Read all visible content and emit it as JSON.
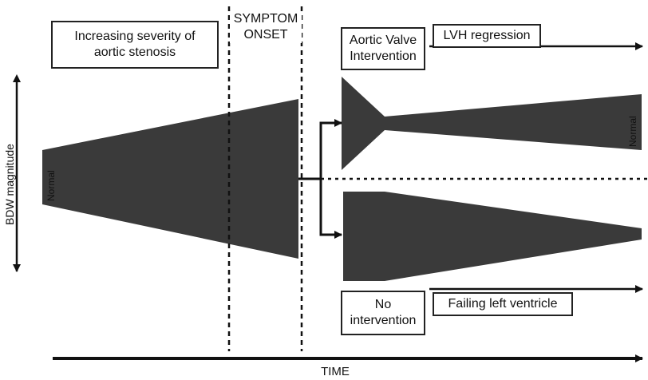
{
  "labels": {
    "severity_box": [
      "Increasing severity of",
      "aortic stenosis"
    ],
    "symptom_onset": [
      "SYMPTOM",
      "ONSET"
    ],
    "avi_box": [
      "Aortic Valve",
      "Intervention"
    ],
    "lvh_box": "LVH regression",
    "no_intervention_box": [
      "No",
      "intervention"
    ],
    "failing_box": "Failing left ventricle",
    "y_axis": "BDW magnitude",
    "x_axis": "TIME",
    "normal_left": "Normal",
    "normal_right": "Normal"
  },
  "colors": {
    "shape_fill": "#3a3a3a",
    "line": "#111111"
  }
}
